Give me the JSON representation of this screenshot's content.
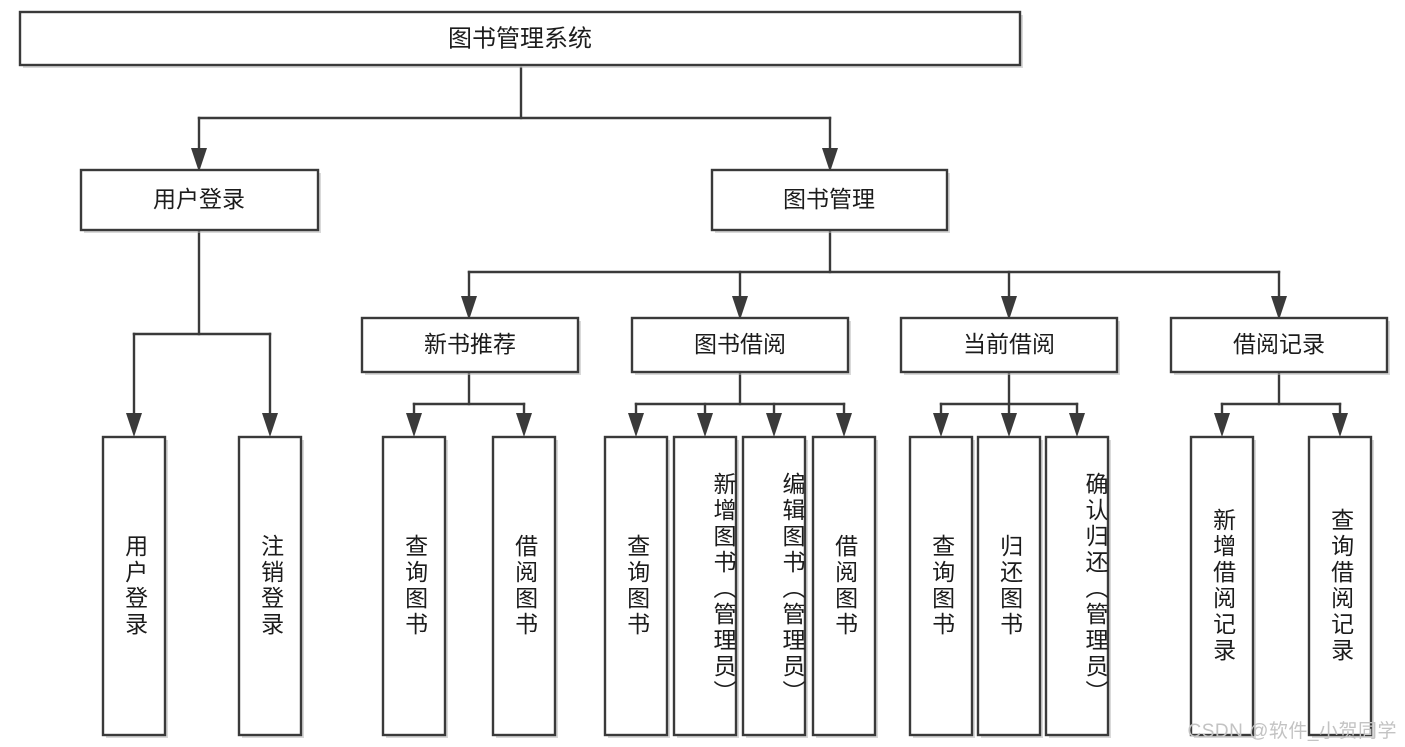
{
  "diagram": {
    "title": "图书管理系统",
    "type": "tree-hierarchy-chart",
    "orientation": "top-down",
    "colors": {
      "box_stroke": "#3a3a3a",
      "box_fill": "#ffffff",
      "text": "#1c1c1c",
      "canvas": "#ffffff",
      "watermark": "#c3c3c3"
    },
    "root": {
      "label": "图书管理系统"
    },
    "level2": [
      {
        "id": "user-login",
        "label": "用户登录"
      },
      {
        "id": "book-manage",
        "label": "图书管理"
      }
    ],
    "level3": [
      {
        "id": "new-book-recommend",
        "label": "新书推荐",
        "parent": "book-manage"
      },
      {
        "id": "book-borrow",
        "label": "图书借阅",
        "parent": "book-manage"
      },
      {
        "id": "current-borrow",
        "label": "当前借阅",
        "parent": "book-manage"
      },
      {
        "id": "borrow-record",
        "label": "借阅记录",
        "parent": "book-manage"
      }
    ],
    "leaves": {
      "user-login": [
        {
          "id": "leaf-user-login",
          "label": "用户登录"
        },
        {
          "id": "leaf-user-logout",
          "label": "注销登录"
        }
      ],
      "new-book-recommend": [
        {
          "id": "leaf-query-book-1",
          "label": "查询图书"
        },
        {
          "id": "leaf-borrow-book-1",
          "label": "借阅图书"
        }
      ],
      "book-borrow": [
        {
          "id": "leaf-query-book-2",
          "label": "查询图书"
        },
        {
          "id": "leaf-add-book",
          "label": "新增图书（管理员）"
        },
        {
          "id": "leaf-edit-book",
          "label": "编辑图书（管理员）"
        },
        {
          "id": "leaf-borrow-book-2",
          "label": "借阅图书"
        }
      ],
      "current-borrow": [
        {
          "id": "leaf-query-book-3",
          "label": "查询图书"
        },
        {
          "id": "leaf-return-book",
          "label": "归还图书"
        },
        {
          "id": "leaf-confirm-return",
          "label": "确认归还（管理员）"
        }
      ],
      "borrow-record": [
        {
          "id": "leaf-add-record",
          "label": "新增借阅记录"
        },
        {
          "id": "leaf-query-record",
          "label": "查询借阅记录"
        }
      ]
    },
    "watermark": "CSDN @软件_小贺同学"
  }
}
